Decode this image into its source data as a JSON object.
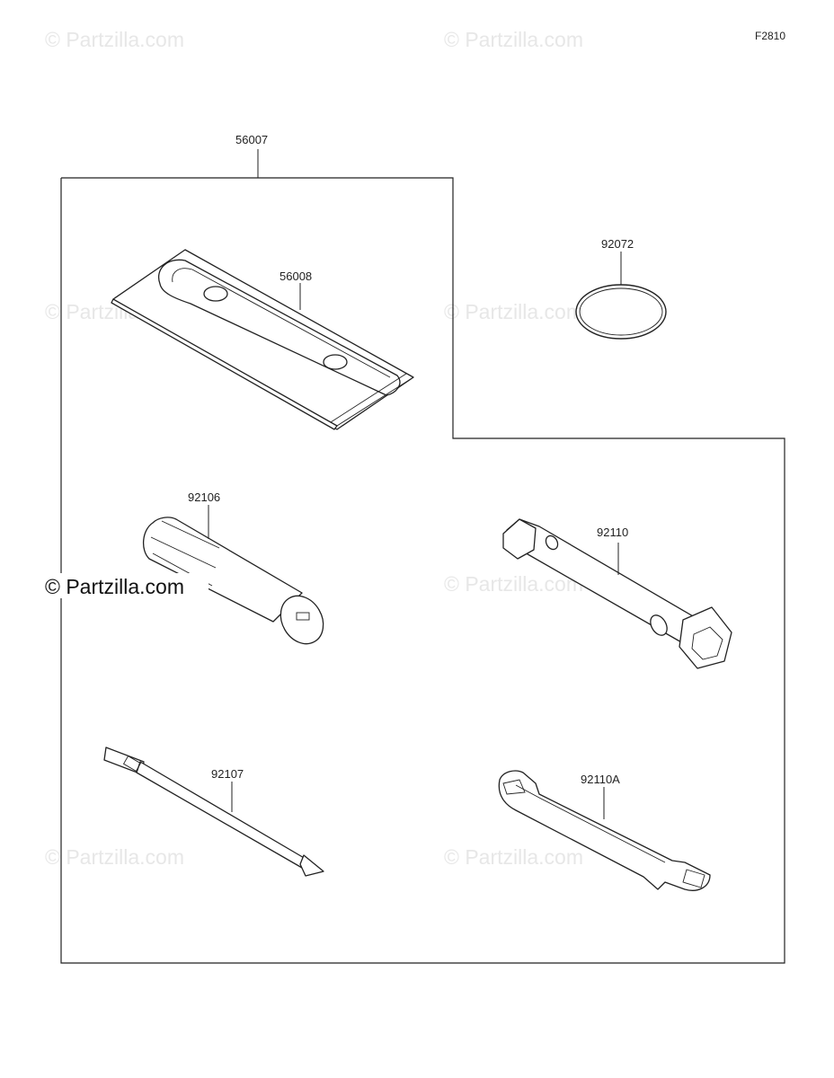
{
  "figure_code": "F2810",
  "watermark": "© Partzilla.com",
  "watermark_prominent": "© Partzilla.com",
  "parts": {
    "toolkit": {
      "number": "56007"
    },
    "case": {
      "number": "56008"
    },
    "oring": {
      "number": "92072"
    },
    "handle": {
      "number": "92106"
    },
    "box_wrench": {
      "number": "92110"
    },
    "screwdriver": {
      "number": "92107"
    },
    "open_wrench": {
      "number": "92110A"
    }
  }
}
